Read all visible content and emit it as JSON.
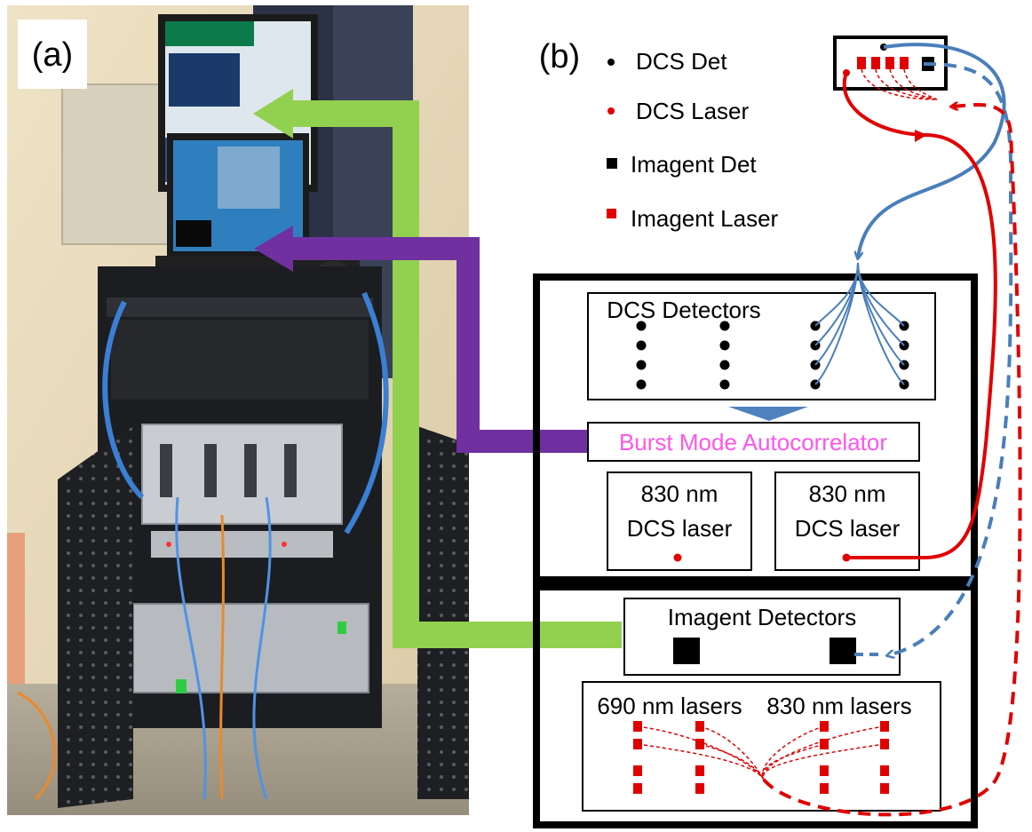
{
  "panel_a": {
    "label": "(a)"
  },
  "panel_b": {
    "label": "(b)"
  },
  "legend": {
    "items": [
      {
        "label": "DCS Det",
        "marker": "black-dot"
      },
      {
        "label": "DCS Laser",
        "marker": "red-dot"
      },
      {
        "label": "Imagent Det",
        "marker": "black-square"
      },
      {
        "label": "Imagent Laser",
        "marker": "red-square"
      }
    ]
  },
  "dcs_box": {
    "detectors_title": "DCS Detectors",
    "autocorrelator_label": "Burst Mode Autocorrelator",
    "laser_left": {
      "line1": "830 nm",
      "line2": "DCS laser"
    },
    "laser_right": {
      "line1": "830 nm",
      "line2": "DCS laser"
    }
  },
  "imagent_box": {
    "detectors_title": "Imagent Detectors",
    "lasers_690": "690 nm lasers",
    "lasers_830": "830 nm lasers"
  },
  "colors": {
    "dcs_detector": "#000000",
    "dcs_laser": "#e00000",
    "imagent_fiber": "#4a7ebb",
    "dcs_fiber": "#e00000",
    "autocorrelator_text": "#ff55e8",
    "green_arrow": "#92d050",
    "purple_arrow": "#7030a0",
    "down_arrow": "#4f81bd"
  }
}
